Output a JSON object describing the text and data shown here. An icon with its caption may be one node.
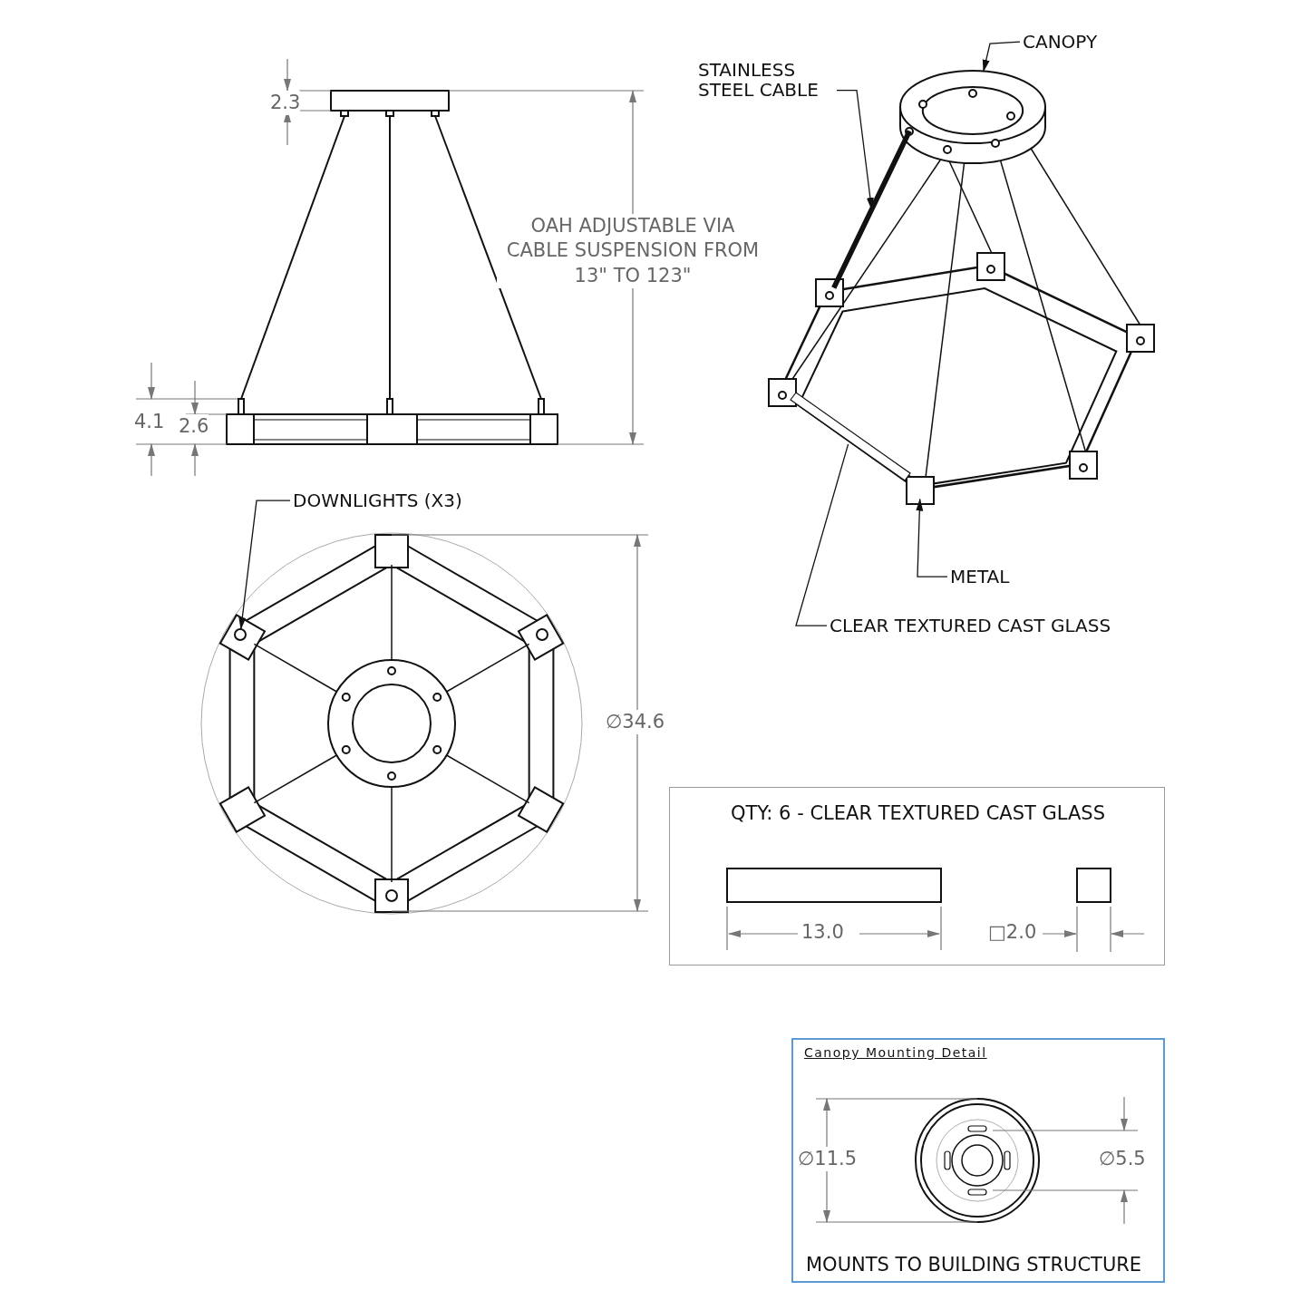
{
  "diagram": {
    "nodes": [
      {
        "text": [
          "CANOPY"
        ]
      },
      {
        "text": [
          "STAINLESS STEEL CABLE"
        ]
      },
      {
        "text": [
          "METAL"
        ]
      },
      {
        "text": [
          "CLEAR TEXTURED CAST GLASS"
        ]
      },
      {
        "text": [
          "DOWNLIGHTS (X3)"
        ]
      },
      {
        "text": [
          "QTY: 6 - CLEAR TEXTURED CAST GLASS"
        ]
      },
      {
        "text": [
          "Canopy Mounting Detail",
          "MOUNTS TO BUILDING STRUCTURE"
        ]
      },
      {
        "text": [],
        "shape": "cylinder"
      },
      {
        "text": [],
        "shape": "bar"
      },
      {
        "text": [],
        "shape": "box"
      },
      {
        "text": [],
        "shape": "bar"
      },
      {
        "text": [],
        "shape": "circle"
      }
    ],
    "edges": [
      {
        "from": 0,
        "to": 7,
        "arrow": "to"
      },
      {
        "from": 1,
        "to": 8,
        "arrow": "to"
      },
      {
        "from": 2,
        "to": 9,
        "arrow": "to"
      },
      {
        "from": 3,
        "to": 10,
        "arrow": "none"
      },
      {
        "from": 4,
        "to": 11,
        "arrow": "to"
      }
    ],
    "labels": [
      "2.3",
      "OAH ADJUSTABLE VIA CABLE SUSPENSION FROM 13\" TO 123\"",
      "4.1",
      "2.6",
      "∅34.6",
      "13.0",
      "□2.0",
      "∅11.5",
      "∅5.5"
    ]
  }
}
